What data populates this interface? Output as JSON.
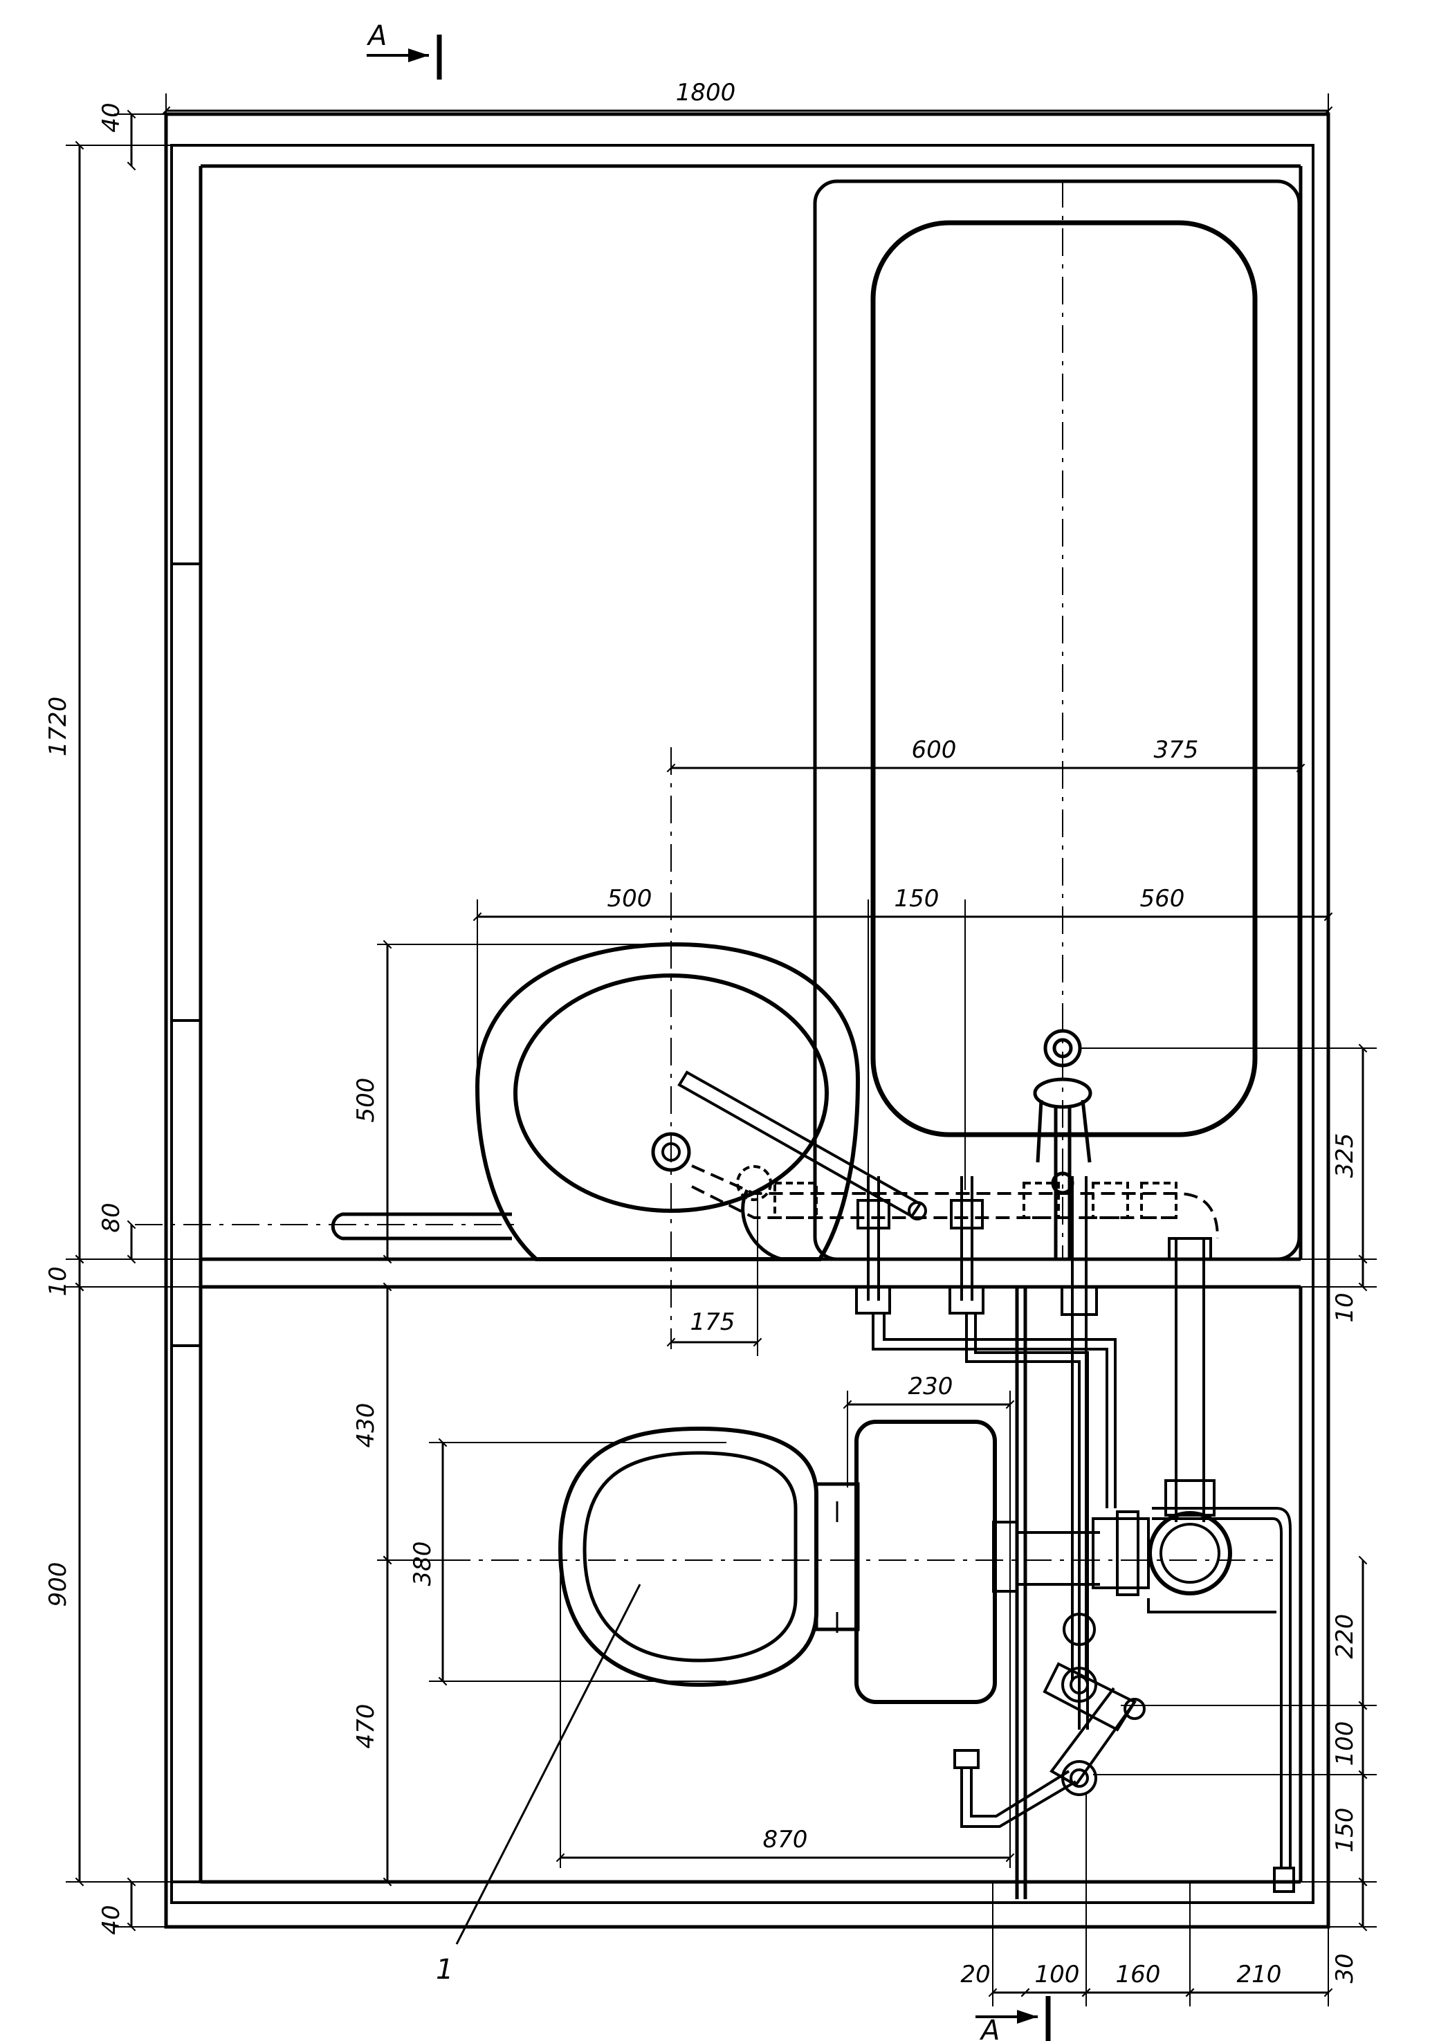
{
  "section_mark": {
    "letter": "А"
  },
  "overall": {
    "width": "1800",
    "height": "1720",
    "wall_top": "40",
    "wall_bottom": "40"
  },
  "bath_dims": {
    "d600": "600",
    "d375": "375",
    "d500": "500",
    "d150": "150",
    "d560": "560",
    "d325": "325"
  },
  "basin_dims": {
    "d500v": "500",
    "d80": "80",
    "d175": "175"
  },
  "partition_dims": {
    "d10_left": "10",
    "d10_right": "10"
  },
  "wc_dims": {
    "d900": "900",
    "d430": "430",
    "d470": "470",
    "d380": "380",
    "d230": "230",
    "d870": "870"
  },
  "riser_dims": {
    "d220": "220",
    "d100": "100",
    "d150": "150",
    "d30": "30",
    "d20": "20",
    "d100h": "100",
    "d160": "160",
    "d210": "210"
  },
  "callout": {
    "label": "1"
  }
}
